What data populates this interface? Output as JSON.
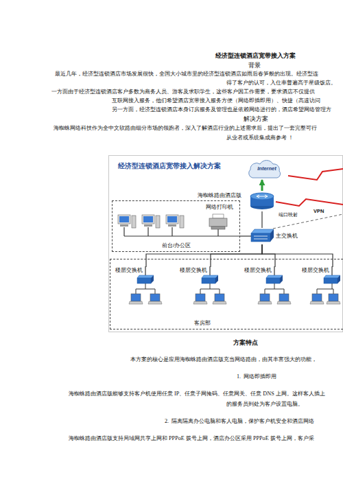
{
  "diagram": {
    "title": "经济型连锁酒店宽带接入方案",
    "nodes": [
      {
        "text": [
          "Internet"
        ]
      },
      {
        "text": [
          "海蜘蛛路由酒店版"
        ]
      },
      {
        "text": [
          "前台/办公区"
        ]
      },
      {
        "text": [
          "网络打印机"
        ],
        "in": 2
      },
      {
        "text": [
          "主交换机"
        ]
      },
      {
        "text": [
          "客房部"
        ]
      },
      {
        "text": [
          "楼层交换机"
        ],
        "in": 5
      },
      {
        "text": [
          "楼层交换机"
        ],
        "in": 5
      },
      {
        "text": [
          "楼层交换机"
        ],
        "in": 5
      },
      {
        "text": [
          "楼层交换机"
        ],
        "in": 5
      }
    ],
    "edges": [
      {
        "from": 1,
        "to": 0,
        "arrow": "to"
      },
      {
        "from": 1,
        "to": 4,
        "arrow": "none"
      },
      {
        "from": 4,
        "to": 2,
        "arrow": "none"
      },
      {
        "from": 4,
        "to": 6,
        "arrow": "none"
      },
      {
        "from": 4,
        "to": 7,
        "arrow": "none"
      },
      {
        "from": 4,
        "to": 8,
        "arrow": "none"
      },
      {
        "from": 4,
        "to": 9,
        "arrow": "none"
      }
    ],
    "labels": [
      "背景",
      "最近几年，经济型连锁酒店市场发展很快，全国大小城市里的经济型连锁酒店如雨后春笋般的出现。经济型连",
      "得了客户的认可，入住率普遍高于星级饭店。",
      "一方面由于经济型连锁酒店客户多数为商务人员、游客及求职学生，这些客户因工作需要，要求酒店不仅提供",
      "互联网接入服务，他们希望酒店宽带接入服务方便（网络即插即用）、快捷（高速访问",
      "另一方面，经济型连锁酒店本身订房服务及管理也是依赖网络进行的，酒店希望网络管理方",
      "解决方案",
      "海蜘蛛网络科技作为全中文软路由细分市场的领跑者，深入了解酒店行业的上述需求后，提出了一套完整可行",
      "从业者或系统集成商参考 ！",
      "经济型连锁酒店宽带接入解决方案",
      "VPN",
      "端口映射",
      "方案特点",
      "本方案的核心是应用海蜘蛛路由酒店版充当网络路由，由其丰富强大的功能，",
      "1.  网络即插即用",
      "海蜘蛛路由酒店版能够支持客户机使用任意 IP、任意子网掩码、任意网关、任意 DNS 上网。这样客人插上",
      "的服务员到处为客户设置电脑。",
      "2.  隔离隔离办公电脑和客人电脑，保护客户机安全和酒店网络",
      "海蜘蛛路由酒店版支持局域网共享上网和 PPPoE 拨号上网，酒店办公区采用 PPPoE 拨号上网，客户采"
    ]
  }
}
